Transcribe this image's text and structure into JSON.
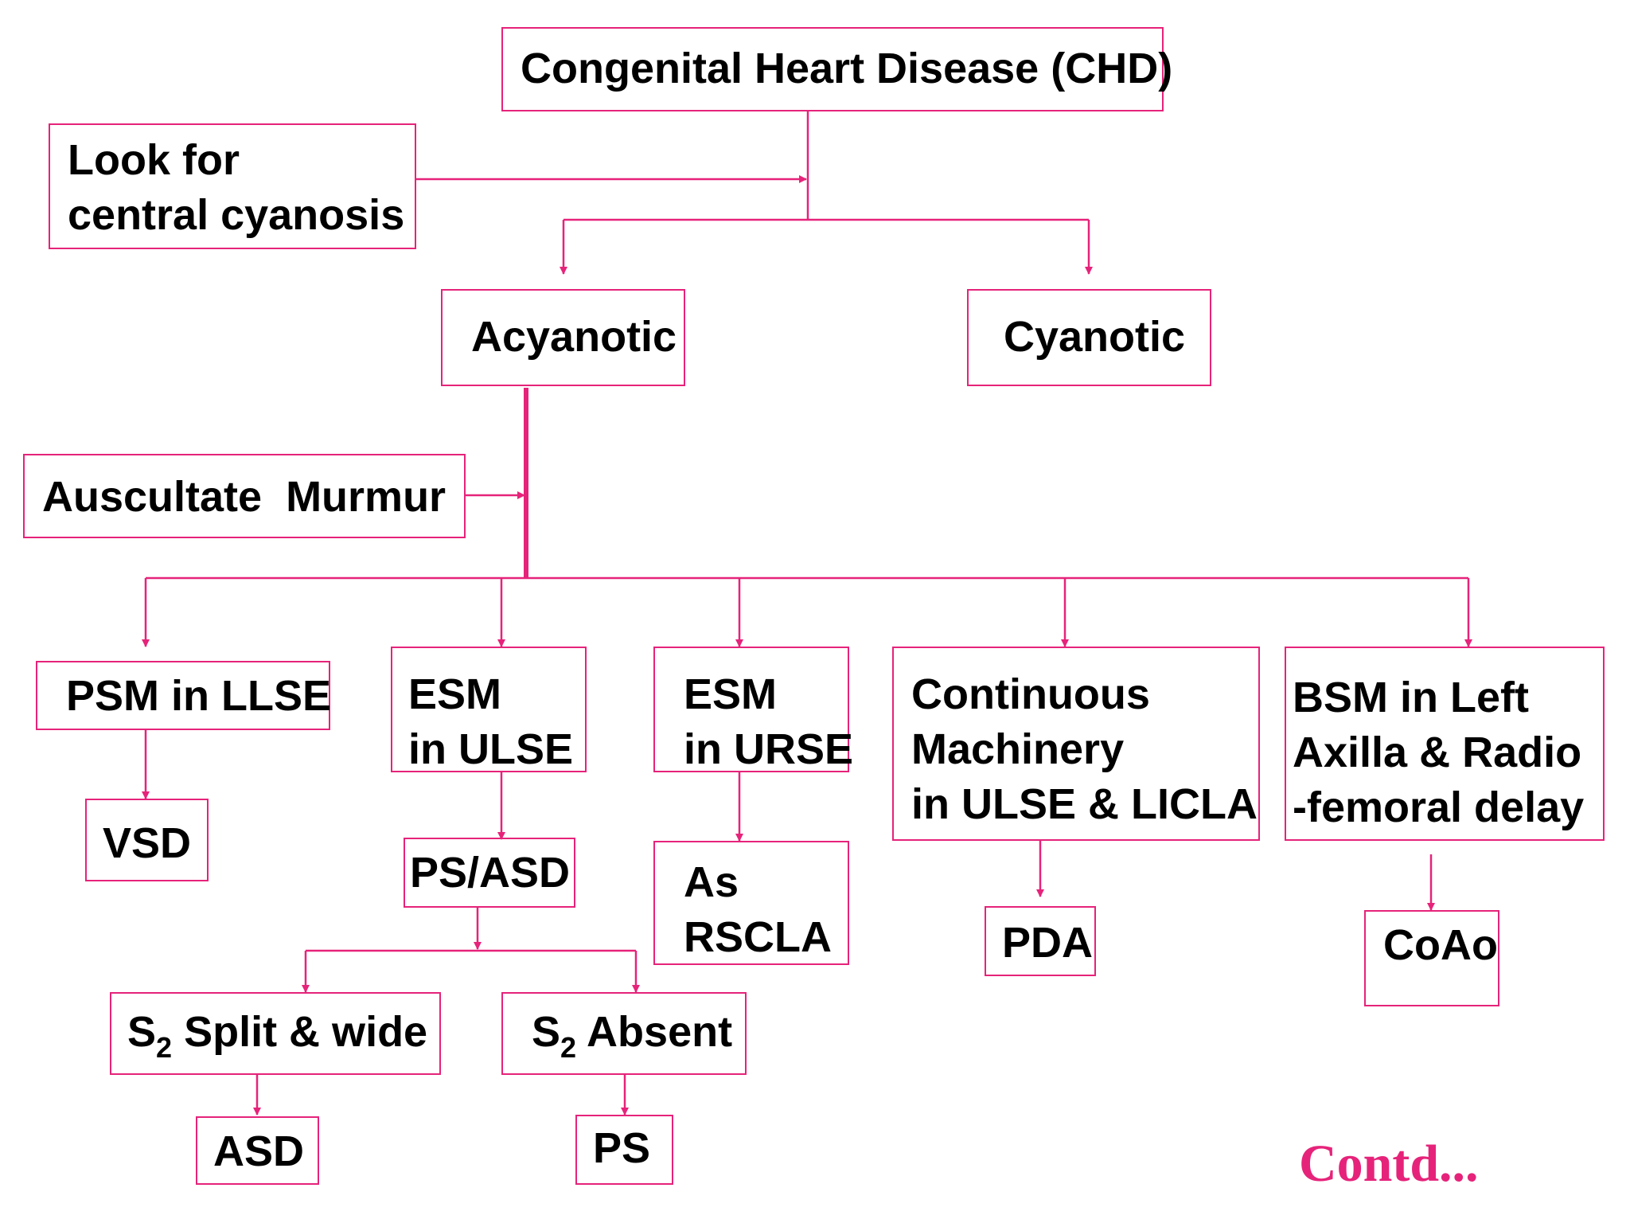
{
  "colors": {
    "accent": "#e6237a",
    "text": "#000000",
    "background": "#ffffff"
  },
  "nodes": {
    "chd": "Congenital Heart Disease (CHD)",
    "look_for": [
      "Look for",
      "central cyanosis"
    ],
    "acyanotic": "Acyanotic",
    "cyanotic": "Cyanotic",
    "auscultate": "Auscultate  Murmur",
    "psm_llse": "PSM in LLSE",
    "esm_ulse": [
      "ESM",
      "in ULSE"
    ],
    "esm_urse": [
      "ESM",
      "in URSE"
    ],
    "continuous": [
      "Continuous",
      "Machinery",
      "in ULSE & LICLA"
    ],
    "bsm": [
      "BSM in Left",
      "Axilla & Radio",
      "-femoral delay"
    ],
    "vsd": "VSD",
    "ps_asd": "PS/ASD",
    "as_rscla": [
      "As",
      "RSCLA"
    ],
    "pda": "PDA",
    "coao": "CoAo",
    "s2_split": {
      "s": "S",
      "sub": "2",
      "rest": " Split & wide"
    },
    "s2_absent": {
      "s": "S",
      "sub": "2",
      "rest": " Absent"
    },
    "asd": "ASD",
    "ps": "PS"
  },
  "footer": {
    "contd": "Contd..."
  }
}
